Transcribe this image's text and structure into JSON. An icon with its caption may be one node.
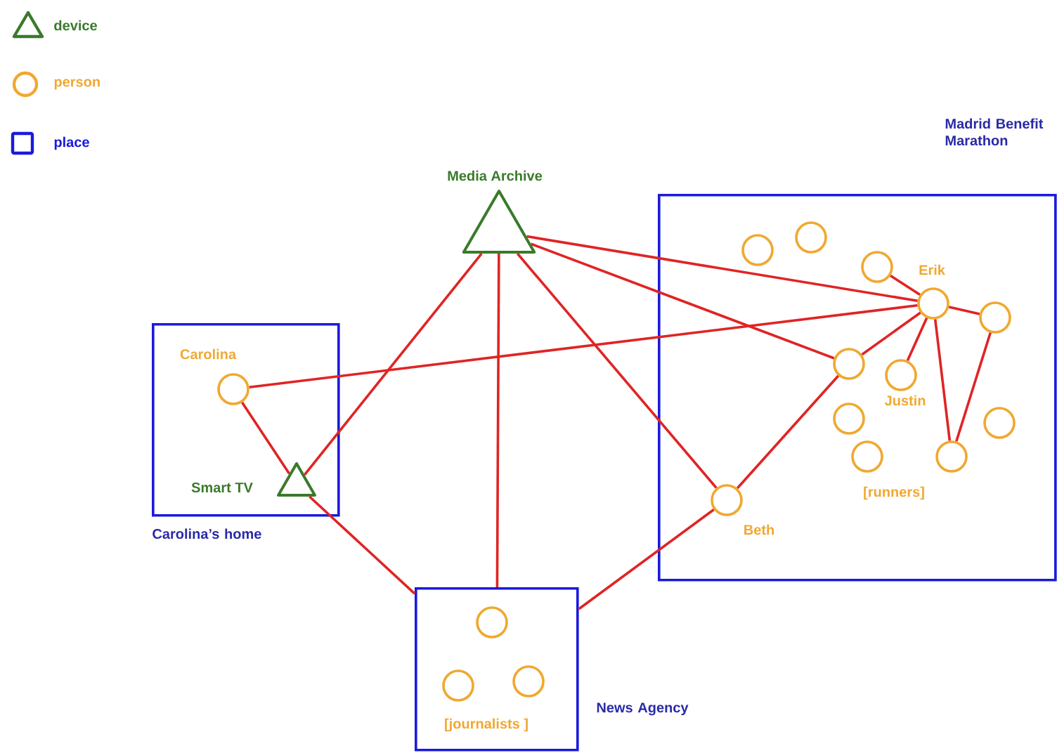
{
  "diagram": {
    "nodes": [
      {
        "text": [],
        "shape": "triangle",
        "beside": [
          "Media Archive"
        ]
      },
      {
        "text": [
          "Carolina’s home"
        ]
      },
      {
        "text": [],
        "shape": "circle",
        "in": 1,
        "beside": [
          "Carolina"
        ]
      },
      {
        "text": [],
        "shape": "triangle",
        "in": 1,
        "beside": [
          "Smart TV"
        ]
      },
      {
        "text": [
          "Madrid Benefit Marathon"
        ]
      },
      {
        "text": [],
        "shape": "circle",
        "in": 4
      },
      {
        "text": [],
        "shape": "circle",
        "in": 4
      },
      {
        "text": [],
        "shape": "circle",
        "in": 4
      },
      {
        "text": [],
        "shape": "circle",
        "in": 4,
        "beside": [
          "Erik"
        ]
      },
      {
        "text": [],
        "shape": "circle",
        "in": 4
      },
      {
        "text": [],
        "shape": "circle",
        "in": 4
      },
      {
        "text": [],
        "shape": "circle",
        "in": 4,
        "beside": [
          "Justin"
        ]
      },
      {
        "text": [],
        "shape": "circle",
        "in": 4
      },
      {
        "text": [],
        "shape": "circle",
        "in": 4
      },
      {
        "text": [],
        "shape": "circle",
        "in": 4
      },
      {
        "text": [],
        "shape": "circle",
        "in": 4
      },
      {
        "text": [],
        "shape": "circle",
        "in": 4,
        "beside": [
          "Beth"
        ]
      },
      {
        "text": [
          "News Agency"
        ]
      },
      {
        "text": [],
        "shape": "circle",
        "in": 17
      },
      {
        "text": [],
        "shape": "circle",
        "in": 17
      },
      {
        "text": [],
        "shape": "circle",
        "in": 17
      }
    ],
    "edges": [
      {
        "from": 0,
        "to": 8,
        "arrow": "none"
      },
      {
        "from": 0,
        "to": 10,
        "arrow": "none"
      },
      {
        "from": 0,
        "to": 16,
        "arrow": "none"
      },
      {
        "from": 0,
        "to": 17,
        "arrow": "none"
      },
      {
        "from": 0,
        "to": 3,
        "arrow": "none"
      },
      {
        "from": 2,
        "to": 8,
        "arrow": "none"
      },
      {
        "from": 2,
        "to": 3,
        "arrow": "none"
      },
      {
        "from": 3,
        "to": 17,
        "arrow": "none"
      },
      {
        "from": 17,
        "to": 16,
        "arrow": "none"
      },
      {
        "from": 16,
        "to": 10,
        "arrow": "none"
      },
      {
        "from": 10,
        "to": 8,
        "arrow": "none"
      },
      {
        "from": 8,
        "to": 7,
        "arrow": "none"
      },
      {
        "from": 8,
        "to": 9,
        "arrow": "none"
      },
      {
        "from": 8,
        "to": 11,
        "arrow": "none"
      },
      {
        "from": 8,
        "to": 15,
        "arrow": "none"
      },
      {
        "from": 9,
        "to": 15,
        "arrow": "none"
      }
    ],
    "labels": [
      "[runners]",
      "[journalists ]"
    ],
    "legend": [
      {
        "text": "device"
      },
      {
        "text": "person"
      },
      {
        "text": "place"
      }
    ]
  }
}
